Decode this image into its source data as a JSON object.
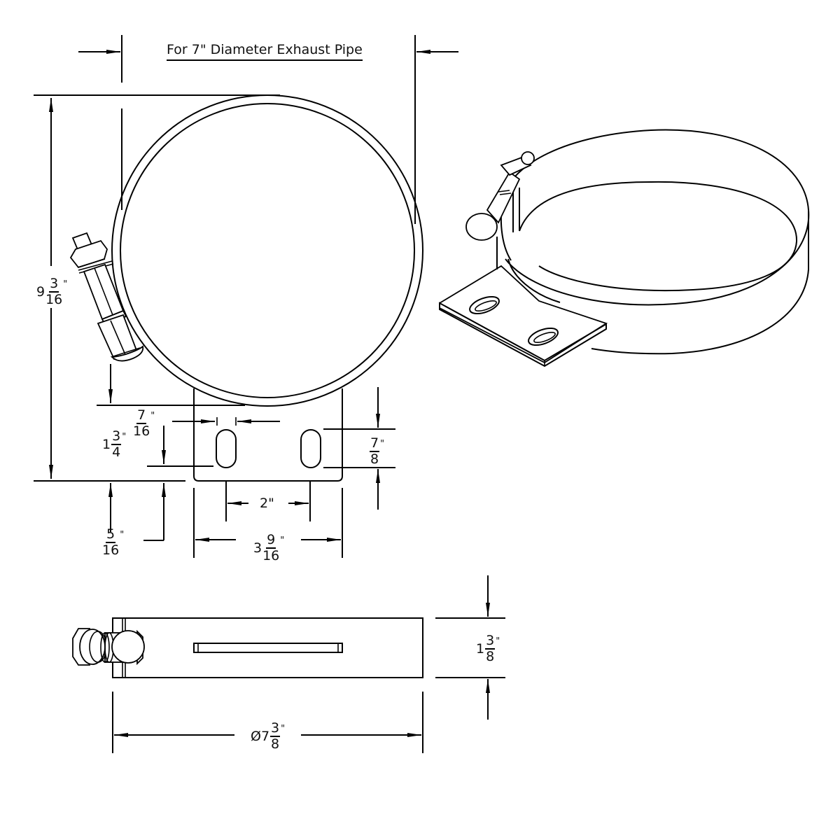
{
  "title": "For 7\" Diameter Exhaust Pipe",
  "drawing": {
    "subject": "Exhaust pipe clamp with mounting bracket",
    "views": [
      "front-view",
      "isometric-view",
      "top-view"
    ],
    "line_color": "#000000",
    "background": "#ffffff"
  },
  "dimensions": {
    "overall_height": {
      "whole": "9",
      "num": "3",
      "den": "16",
      "unit": "\""
    },
    "bracket_slot_height": {
      "whole": "1",
      "num": "3",
      "den": "4",
      "unit": "\""
    },
    "slot_width": {
      "whole": "",
      "num": "7",
      "den": "16",
      "unit": "\""
    },
    "slot_length": {
      "whole": "",
      "num": "7",
      "den": "8",
      "unit": "\""
    },
    "bottom_offset": {
      "whole": "",
      "num": "5",
      "den": "16",
      "unit": "\""
    },
    "slot_spacing": {
      "text": "2\""
    },
    "bracket_width": {
      "whole": "3",
      "num": "9",
      "den": "16",
      "unit": "\""
    },
    "band_width": {
      "whole": "1",
      "num": "3",
      "den": "8",
      "unit": "\""
    },
    "clamp_diameter": {
      "whole": "Ø7",
      "num": "3",
      "den": "8",
      "unit": "\""
    }
  }
}
